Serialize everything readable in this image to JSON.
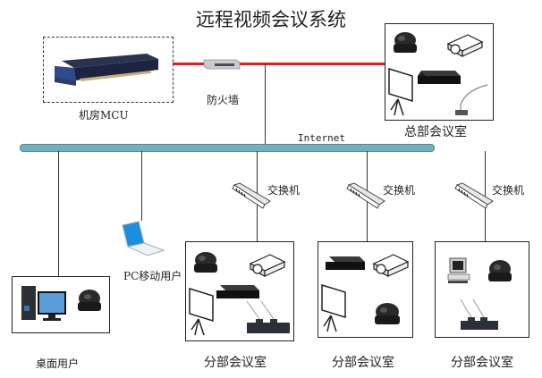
{
  "title": "远程视频会议系统",
  "network": {
    "bus_label": "Internet"
  },
  "nodes": {
    "mcu": {
      "label": "机房MCU"
    },
    "firewall": {
      "label": "防火墙"
    },
    "hq_room": {
      "label": "总部会议室",
      "devices": [
        "camera",
        "projector",
        "codec",
        "projection-screen",
        "microphone"
      ]
    },
    "desktop_user": {
      "label": "桌面用户",
      "devices": [
        "desktop-pc",
        "camera"
      ]
    },
    "mobile_user": {
      "label": "PC移动用户",
      "devices": [
        "laptop"
      ]
    },
    "switches": [
      {
        "label": "交换机"
      },
      {
        "label": "交换机"
      },
      {
        "label": "交换机"
      }
    ],
    "branch_rooms": [
      {
        "label": "分部会议室",
        "devices": [
          "camera",
          "projector",
          "codec",
          "projection-screen",
          "conference-microphones"
        ]
      },
      {
        "label": "分部会议室",
        "devices": [
          "codec",
          "projector",
          "projection-screen",
          "camera"
        ]
      },
      {
        "label": "分部会议室",
        "devices": [
          "pc-terminal",
          "camera",
          "conference-microphones"
        ]
      }
    ]
  },
  "colors": {
    "wan_link": "#e21b1b",
    "bus_fill": "#79aac7",
    "bus_border": "#3a9b6e"
  }
}
